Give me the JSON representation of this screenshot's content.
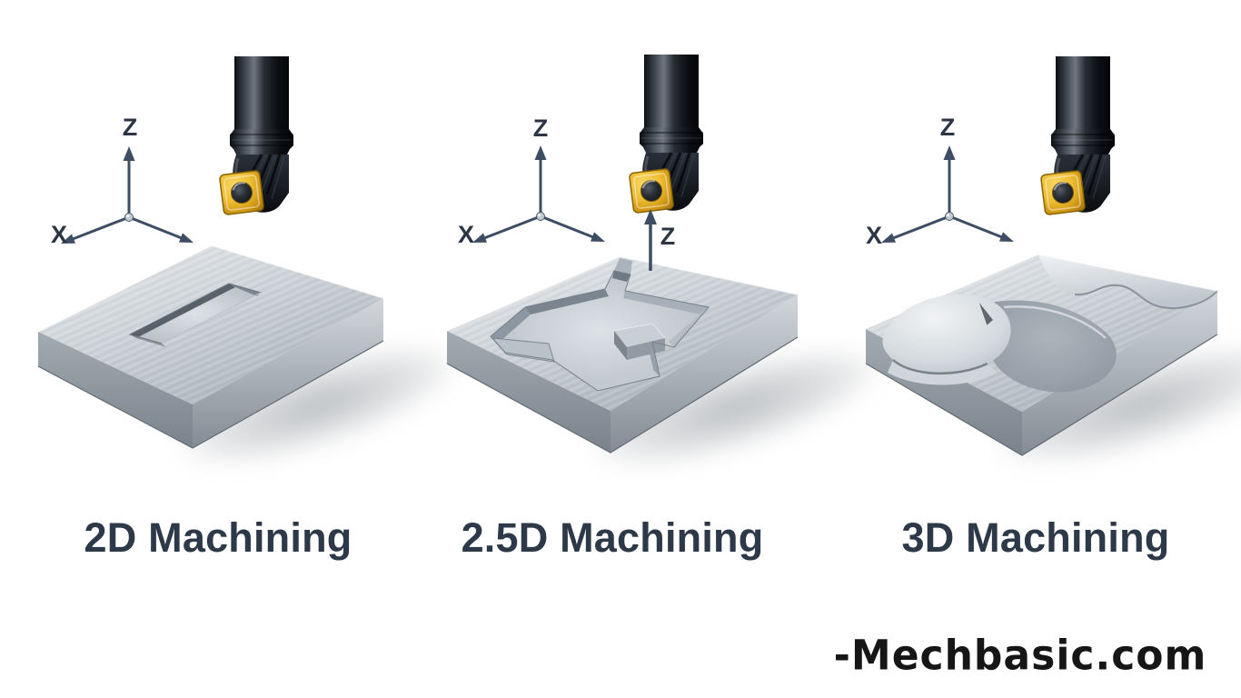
{
  "panels": [
    {
      "caption": "2D Machining",
      "axes": {
        "z": "Z",
        "x": "X"
      },
      "tool": "cnc-cutting-tool-with-gold-insert",
      "workpiece": "flat-block-with-rectangular-slot"
    },
    {
      "caption": "2.5D Machining",
      "axes": {
        "z": "Z",
        "x": "X"
      },
      "plunge_label": "Z",
      "tool": "cnc-cutting-tool-with-gold-insert",
      "workpiece": "stepped-pocket-block"
    },
    {
      "caption": "3D Machining",
      "axes": {
        "z": "Z",
        "x": "X"
      },
      "tool": "cnc-cutting-tool-with-gold-insert",
      "workpiece": "freeform-contoured-block"
    }
  ],
  "watermark": "-Mechbasic.com",
  "colors": {
    "background": "#ffffff",
    "axis": "#3d4d63",
    "axis_label_text": "#2b3544",
    "caption_text": "#2d3848",
    "watermark_text": "#161616",
    "tool_body": "#12161c",
    "insert_gold": "#e8b733",
    "metal_light": "#eceef0",
    "metal_mid": "#ccd2d7",
    "metal_dark": "#7c848d"
  }
}
